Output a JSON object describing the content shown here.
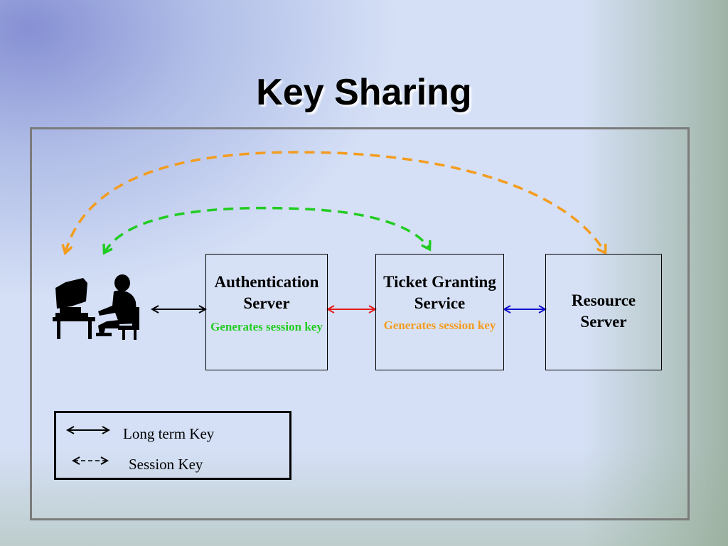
{
  "title": "Key Sharing",
  "boxes": {
    "auth": {
      "title": "Authentication Server",
      "sub": "Generates session key"
    },
    "tgs": {
      "title": "Ticket Granting Service",
      "sub": "Generates session key"
    },
    "resource": {
      "title": "Resource Server"
    }
  },
  "legend": {
    "long_term": "Long term Key",
    "session": "Session Key"
  },
  "colors": {
    "green": "#22cc22",
    "orange": "#f39c1e",
    "red": "#e21b1b",
    "blue": "#1010cc"
  }
}
